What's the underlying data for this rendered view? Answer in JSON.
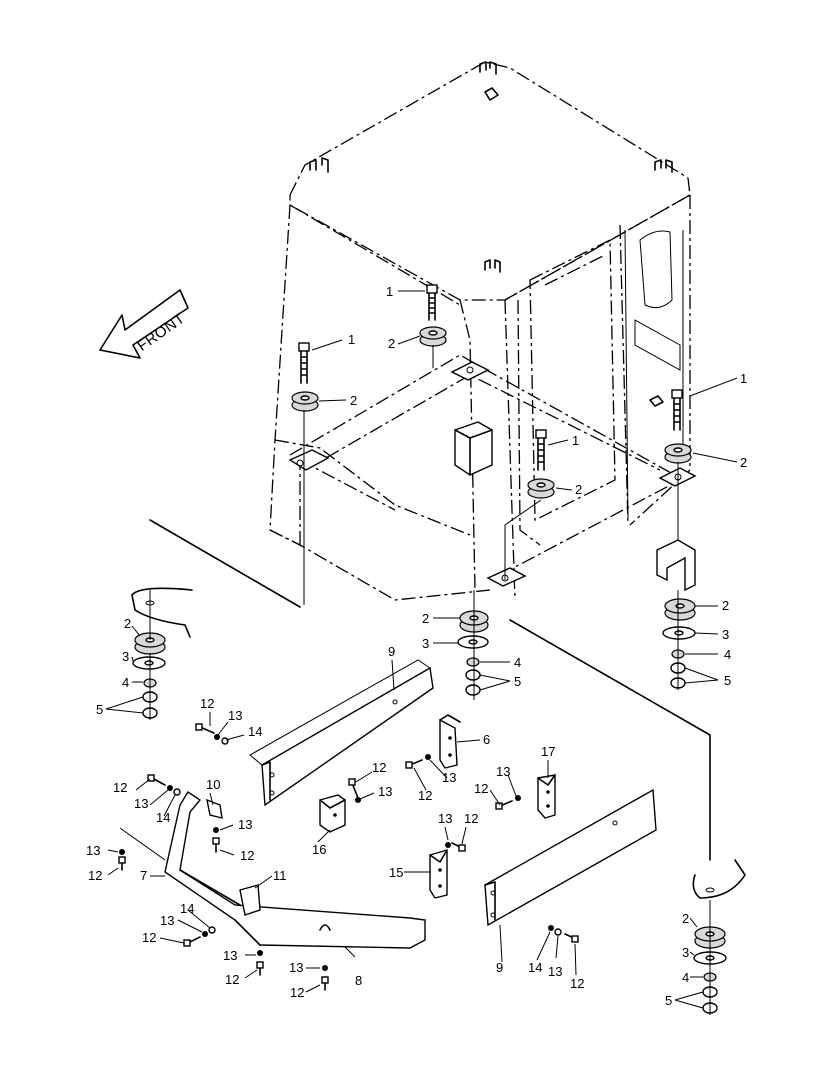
{
  "diagram": {
    "front_label": "FRONT",
    "callouts": [
      {
        "id": "c1a",
        "text": "1"
      },
      {
        "id": "c1b",
        "text": "1"
      },
      {
        "id": "c1c",
        "text": "1"
      },
      {
        "id": "c1d",
        "text": "1"
      },
      {
        "id": "c2a",
        "text": "2"
      },
      {
        "id": "c2b",
        "text": "2"
      },
      {
        "id": "c2c",
        "text": "2"
      },
      {
        "id": "c2d",
        "text": "2"
      },
      {
        "id": "c2e",
        "text": "2"
      },
      {
        "id": "c2f",
        "text": "2"
      },
      {
        "id": "c2g",
        "text": "2"
      },
      {
        "id": "c2h",
        "text": "2"
      },
      {
        "id": "c3a",
        "text": "3"
      },
      {
        "id": "c3b",
        "text": "3"
      },
      {
        "id": "c3c",
        "text": "3"
      },
      {
        "id": "c3d",
        "text": "3"
      },
      {
        "id": "c4a",
        "text": "4"
      },
      {
        "id": "c4b",
        "text": "4"
      },
      {
        "id": "c4c",
        "text": "4"
      },
      {
        "id": "c4d",
        "text": "4"
      },
      {
        "id": "c5a",
        "text": "5"
      },
      {
        "id": "c5b",
        "text": "5"
      },
      {
        "id": "c5c",
        "text": "5"
      },
      {
        "id": "c5d",
        "text": "5"
      },
      {
        "id": "c6",
        "text": "6"
      },
      {
        "id": "c7",
        "text": "7"
      },
      {
        "id": "c8",
        "text": "8"
      },
      {
        "id": "c9a",
        "text": "9"
      },
      {
        "id": "c9b",
        "text": "9"
      },
      {
        "id": "c10",
        "text": "10"
      },
      {
        "id": "c11",
        "text": "11"
      },
      {
        "id": "c12a",
        "text": "12"
      },
      {
        "id": "c12b",
        "text": "12"
      },
      {
        "id": "c12c",
        "text": "12"
      },
      {
        "id": "c12d",
        "text": "12"
      },
      {
        "id": "c12e",
        "text": "12"
      },
      {
        "id": "c12f",
        "text": "12"
      },
      {
        "id": "c12g",
        "text": "12"
      },
      {
        "id": "c12h",
        "text": "12"
      },
      {
        "id": "c12i",
        "text": "12"
      },
      {
        "id": "c12j",
        "text": "12"
      },
      {
        "id": "c12k",
        "text": "12"
      },
      {
        "id": "c12l",
        "text": "12"
      },
      {
        "id": "c13a",
        "text": "13"
      },
      {
        "id": "c13b",
        "text": "13"
      },
      {
        "id": "c13c",
        "text": "13"
      },
      {
        "id": "c13d",
        "text": "13"
      },
      {
        "id": "c13e",
        "text": "13"
      },
      {
        "id": "c13f",
        "text": "13"
      },
      {
        "id": "c13g",
        "text": "13"
      },
      {
        "id": "c13h",
        "text": "13"
      },
      {
        "id": "c13i",
        "text": "13"
      },
      {
        "id": "c13j",
        "text": "13"
      },
      {
        "id": "c13k",
        "text": "13"
      },
      {
        "id": "c13l",
        "text": "13"
      },
      {
        "id": "c14a",
        "text": "14"
      },
      {
        "id": "c14b",
        "text": "14"
      },
      {
        "id": "c14c",
        "text": "14"
      },
      {
        "id": "c14d",
        "text": "14"
      },
      {
        "id": "c15",
        "text": "15"
      },
      {
        "id": "c16",
        "text": "16"
      },
      {
        "id": "c17",
        "text": "17"
      }
    ]
  }
}
